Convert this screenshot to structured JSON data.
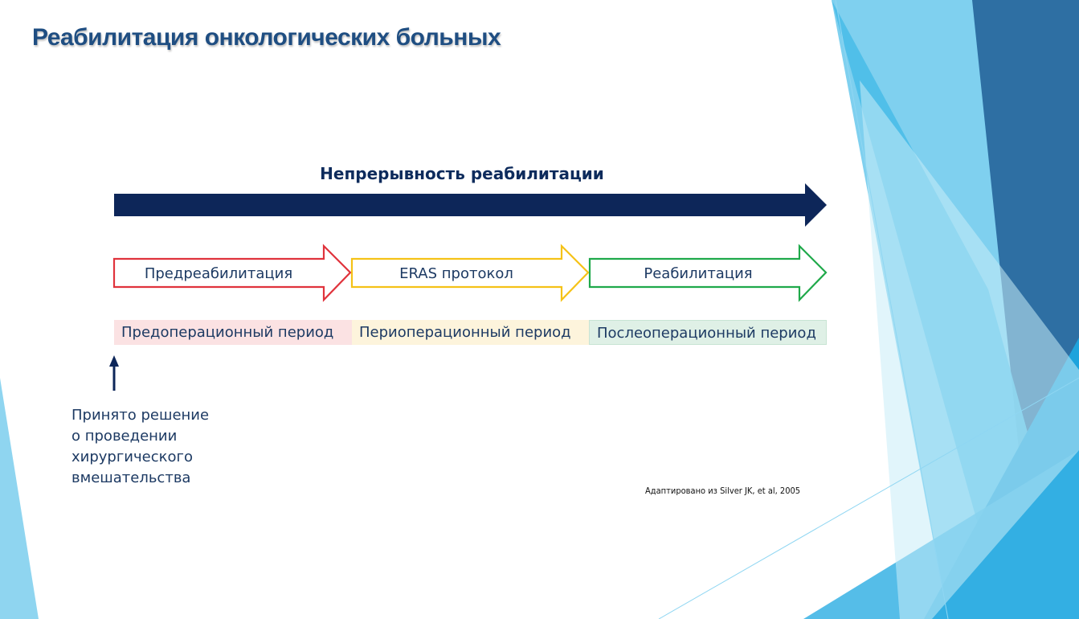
{
  "slide": {
    "title": "Реабилитация онкологических больных"
  },
  "diagram": {
    "continuity_label": "Непрерывность реабилитации",
    "phases": [
      {
        "label": "Предреабилитация",
        "color": "#e0333c"
      },
      {
        "label": "ERAS протокол",
        "color": "#f5c217"
      },
      {
        "label": "Реабилитация",
        "color": "#1fa94a"
      }
    ],
    "periods": [
      {
        "label": "Предоперационный период",
        "color": "#fbe2e3"
      },
      {
        "label": "Периоперационный период",
        "color": "#fdf4dc"
      },
      {
        "label": "Послеоперационный период",
        "color": "#dff0e6"
      }
    ],
    "decision_lines": [
      "Принято решение",
      "о проведении",
      "хирургического",
      "вмешательства"
    ]
  },
  "source_note": "Адаптировано из Silver JK, et al, 2005",
  "colors": {
    "title": "#1f4e82",
    "continuity_arrow": "#0d2659",
    "text": "#1d3a63"
  }
}
